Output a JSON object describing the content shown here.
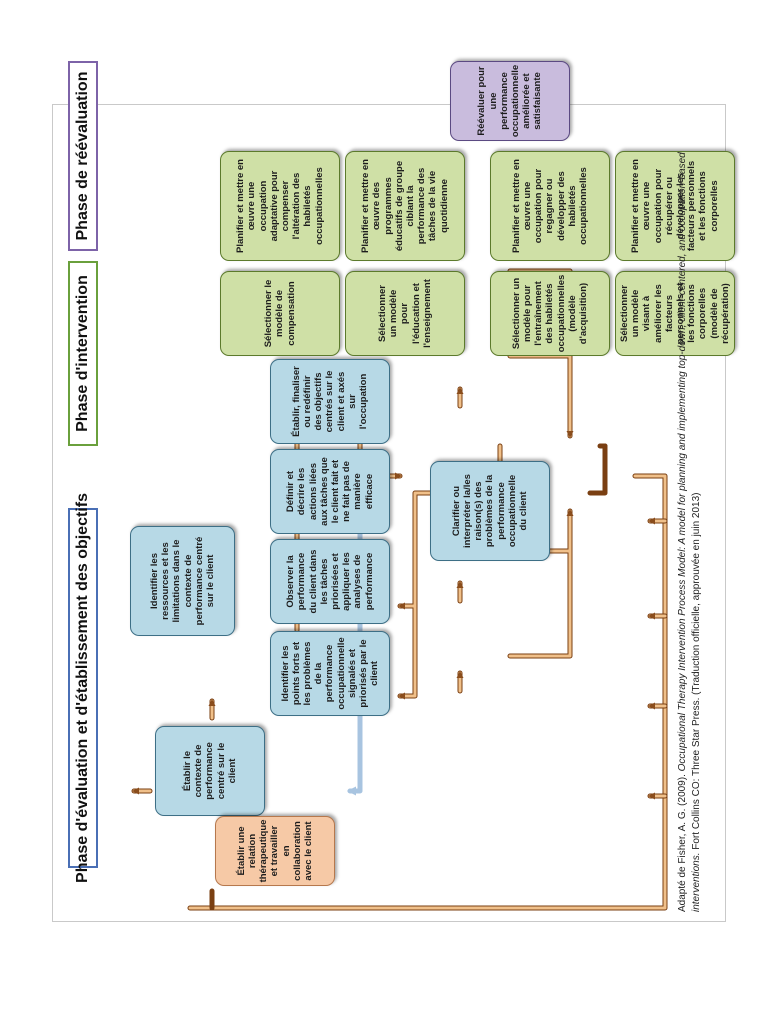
{
  "phases": {
    "evaluation": "Phase d'évaluation et d'établissement des objectifs",
    "intervention": "Phase d'intervention",
    "reevaluation": "Phase de réévaluation"
  },
  "boxes": {
    "context": "Établir le contexte de performance centré sur le client",
    "relation": "Établir une relation thérapeutique et travailler en collaboration avec le client",
    "resources": "Identifier les ressources et les limitations dans le contexte de performance centré sur le client",
    "strengths": "Identifier les points forts et les problèmes de la performance occupationnelle signalés et priorisés par le client",
    "observe": "Observer la performance du client dans les tâches priorisées et appliquer les analyses de performance",
    "define": "Définir et décrire les actions liées aux tâches que le client fait et ne fait pas de manière efficace",
    "finalize": "Établir, finaliser ou redéfinir des objectifs centrés sur le client et axés sur l'occupation",
    "clarify": "Clarifier ou interpréter la/les raison(s) des problèmes de la performance occupationnelle du client",
    "compensation_model": "Sélectionner le modèle de compensation",
    "education_model": "Sélectionner un modèle pour l'éducation et l'enseignement",
    "acquisition_model": "Sélectionner un modèle pour l'entraînement des habiletés occupationnelles (modèle d'acquisition)",
    "recovery_model": "Sélectionner un modèle visant à améliorer les facteurs personnels et les fonctions corporelles (modèle de récupération)",
    "adaptive": "Planifier et mettre en œuvre une occupation adaptative pour compenser l'altération des habiletés occupationnelles",
    "educational": "Planifier et mettre en œuvre des programmes éducatifs de groupe ciblant la performance des tâches de la vie quotidienne",
    "regain": "Planifier et mettre en œuvre une occupation pour regagner ou développer des habiletés occupationnelles",
    "recover": "Planifier et mettre en œuvre une occupation pour récupérer ou développer les facteurs personnels et les fonctions corporelles",
    "reevaluate": "Réévaluer pour une performance occupationnelle améliorée et satisfaisante"
  },
  "caption": {
    "lead": "Adapté de Fisher, A. G. (2009).",
    "title": "Occupational Therapy Intervention Process Model: A model for planning and implementing top-down, client-centered, and occupation-based interventions.",
    "publisher": "Fort Collins CO: Three Star Press.",
    "note": "(Traduction officielle, approuvée en juin 2013)"
  },
  "colors": {
    "assessment_box": "#b7d9e6",
    "intervention_box": "#cfe0a6",
    "reevaluation_box": "#c9bcdd",
    "relation_box": "#f6c9a6",
    "arrow_main": "#f0c08a",
    "arrow_light": "#a8c4e0"
  }
}
